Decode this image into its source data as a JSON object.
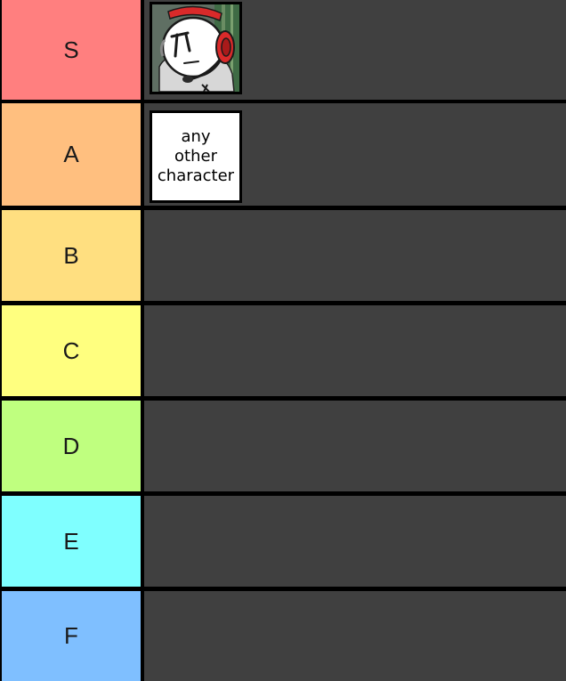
{
  "tiers": [
    {
      "label": "S",
      "color": "#ff7f7f",
      "items": [
        "character-portrait"
      ]
    },
    {
      "label": "A",
      "color": "#ffbf7f",
      "items": [
        "any other character"
      ]
    },
    {
      "label": "B",
      "color": "#ffdf80",
      "items": []
    },
    {
      "label": "C",
      "color": "#ffff7f",
      "items": []
    },
    {
      "label": "D",
      "color": "#bfff7f",
      "items": []
    },
    {
      "label": "E",
      "color": "#7fffff",
      "items": []
    },
    {
      "label": "F",
      "color": "#7fbfff",
      "items": []
    }
  ],
  "cards": {
    "s_card_icon": "character-with-headset-icon",
    "a_card_text": "any\nother\ncharacter"
  },
  "colors": {
    "row_background": "#404040",
    "separator": "#000000"
  }
}
